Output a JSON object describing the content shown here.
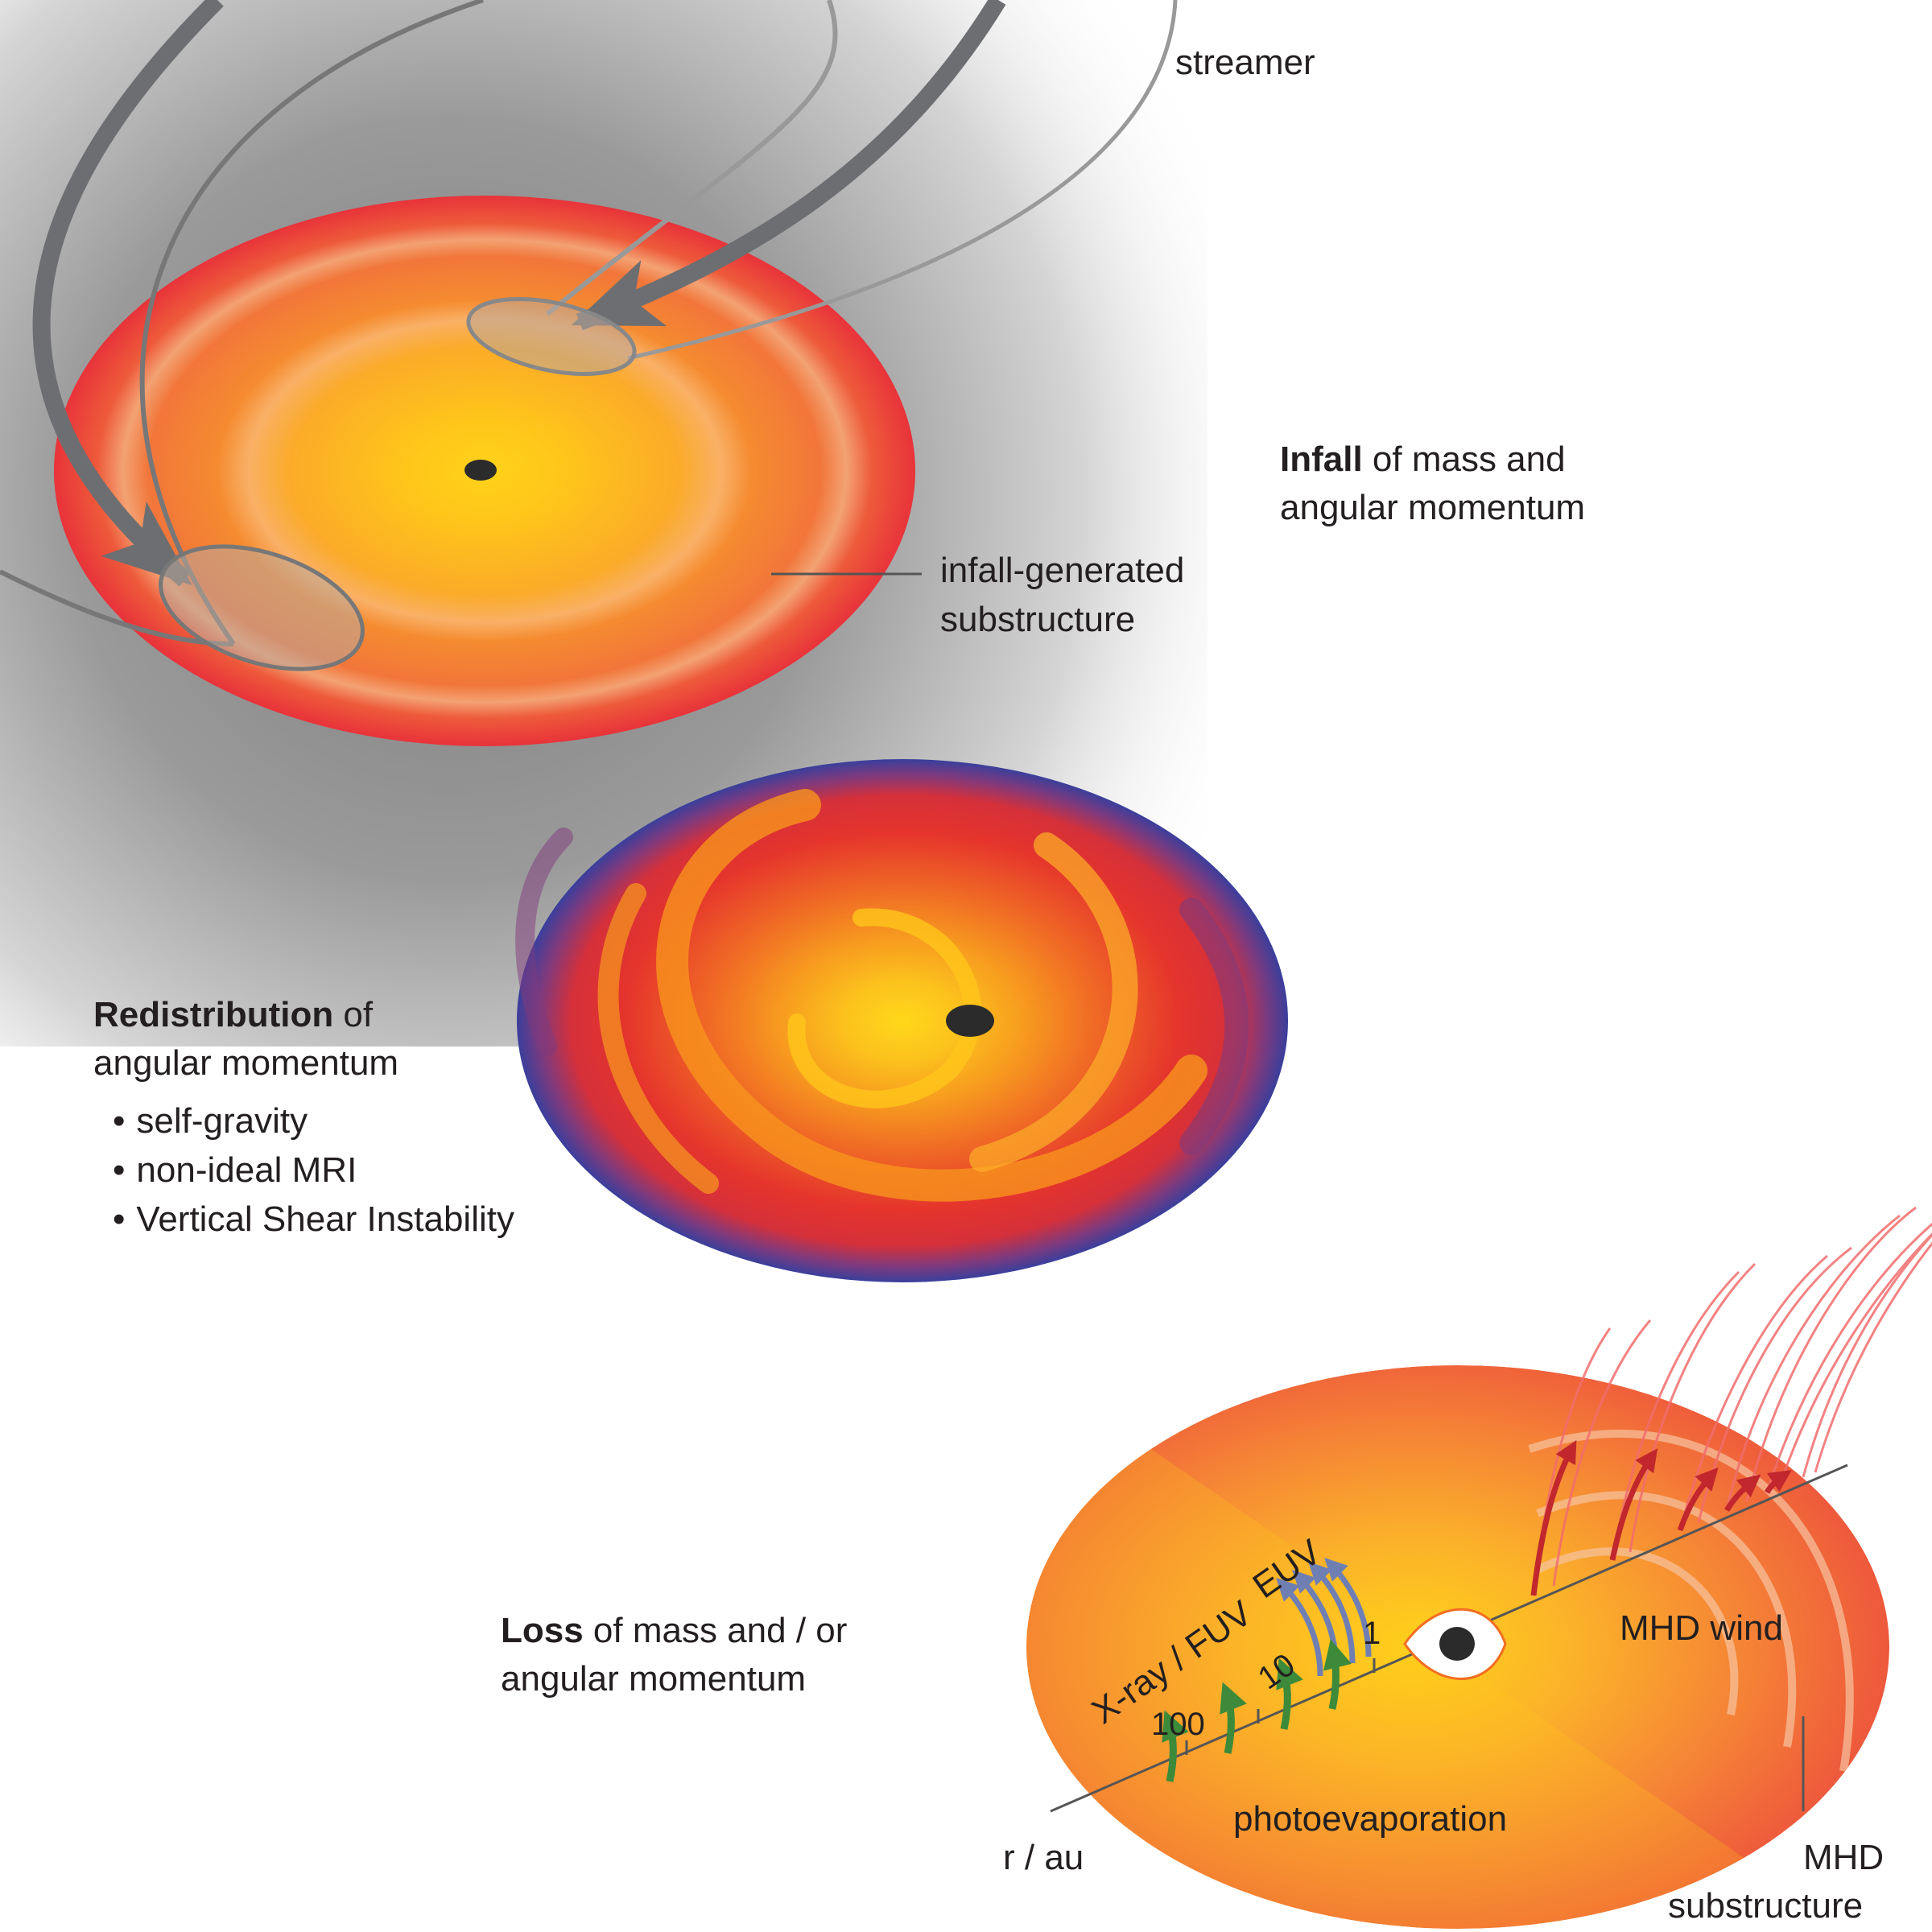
{
  "panels": {
    "infall": {
      "heading_bold": "Infall",
      "heading_rest": " of mass and",
      "heading_line2": "angular momentum",
      "streamer_label": "streamer",
      "substructure_label_1": "infall-generated",
      "substructure_label_2": "substructure"
    },
    "redistribution": {
      "heading_bold": "Redistribution",
      "heading_rest": " of",
      "heading_line2": "angular momentum",
      "mechanisms": [
        "self-gravity",
        "non-ideal MRI",
        "Vertical Shear Instability"
      ]
    },
    "loss": {
      "heading_bold": "Loss",
      "heading_rest": " of mass and / or",
      "heading_line2": "angular momentum",
      "euv_label": "EUV",
      "xray_label": "X-ray / FUV",
      "tick_1": "1",
      "tick_10": "10",
      "tick_100": "100",
      "axis_label": "r / au",
      "photoevap_label": "photoevaporation",
      "wind_label": "MHD wind",
      "mhd_sub_label_1": "MHD",
      "mhd_sub_label_2": "substructure"
    }
  },
  "colors": {
    "disk_center": "#ffd21a",
    "disk_mid": "#f7941d",
    "disk_edge": "#ec4036",
    "cold_edge": "#3a3f9c",
    "star": "#2b2b2b",
    "infall_arrows": "#6d6e71",
    "euv_arrows": "#6f7fb3",
    "xray_arrows": "#3c8a3a",
    "wind_lines": "#f26d6d",
    "wind_arrows": "#c1272d"
  }
}
